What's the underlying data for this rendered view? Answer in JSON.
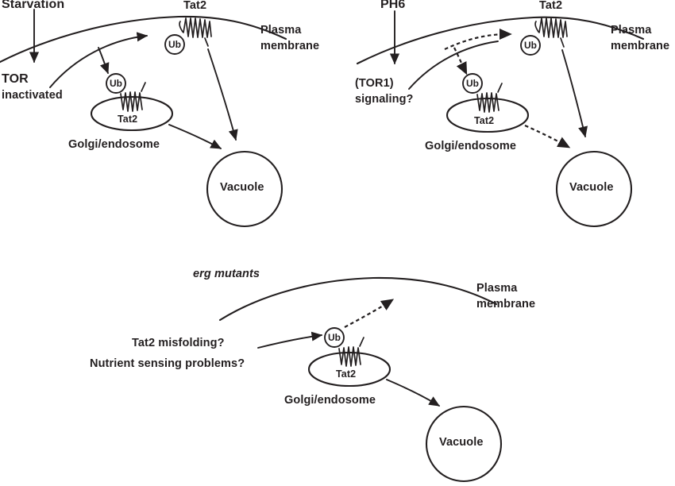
{
  "figure": {
    "type": "diagram",
    "subject": "Tat2 permease trafficking and ubiquitination under three conditions",
    "stroke_color": "#231f20",
    "background_color": "#ffffff"
  },
  "panels": [
    {
      "id": "panel-starvation",
      "position": "top-left",
      "trigger_label": "Starvation",
      "state_label_line1": "TOR",
      "state_label_line2": "inactivated",
      "membrane_label_line1": "Plasma",
      "membrane_label_line2": "membrane",
      "surface_protein_label": "Tat2",
      "surface_ub_label": "Ub",
      "organelle_label": "Golgi/endosome",
      "organelle_protein_label": "Tat2",
      "organelle_ub_label": "Ub",
      "vacuole_label": "Vacuole",
      "arrow_style": "solid"
    },
    {
      "id": "panel-ph6",
      "position": "top-right",
      "trigger_label": "PH6",
      "state_label_line1": "(TOR1)",
      "state_label_line2": "signaling?",
      "membrane_label_line1": "Plasma",
      "membrane_label_line2": "membrane",
      "surface_protein_label": "Tat2",
      "surface_ub_label": "Ub",
      "organelle_label": "Golgi/endosome",
      "organelle_protein_label": "Tat2",
      "organelle_ub_label": "Ub",
      "vacuole_label": "Vacuole",
      "arrow_style": "dashed"
    },
    {
      "id": "panel-erg-mutants",
      "position": "bottom",
      "trigger_label": "erg mutants",
      "cause_label_line1": "Tat2 misfolding?",
      "cause_label_line2": "Nutrient sensing problems?",
      "membrane_label_line1": "Plasma",
      "membrane_label_line2": "membrane",
      "organelle_label": "Golgi/endosome",
      "organelle_protein_label": "Tat2",
      "organelle_ub_label": "Ub",
      "vacuole_label": "Vacuole",
      "arrow_style": "mixed"
    }
  ]
}
